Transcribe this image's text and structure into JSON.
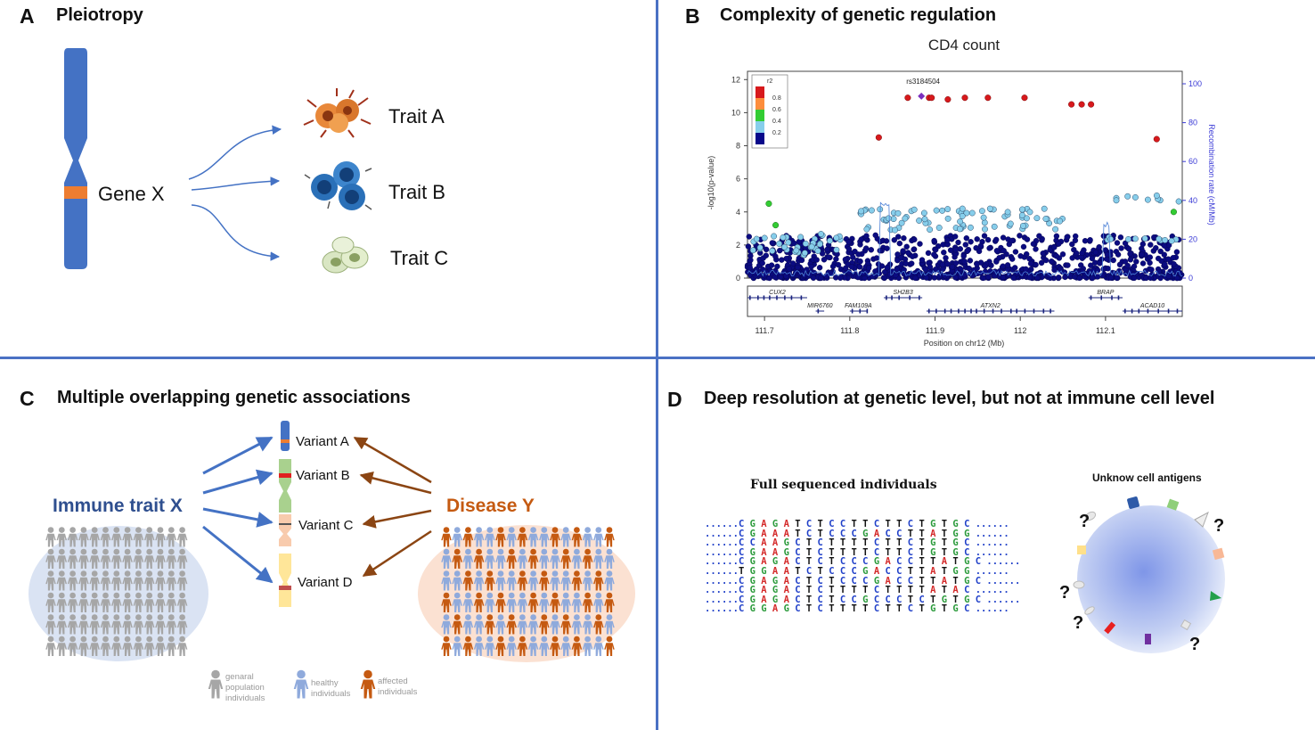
{
  "panels": {
    "a": {
      "letter": "A",
      "title": "Pleiotropy",
      "gene": "Gene X",
      "traits": [
        "Trait A",
        "Trait B",
        "Trait C"
      ]
    },
    "b": {
      "letter": "B",
      "title": "Complexity of genetic regulation"
    },
    "c": {
      "letter": "C",
      "title": "Multiple overlapping genetic associations",
      "immune_trait": "Immune trait X",
      "disease": "Disease Y",
      "variants": [
        "Variant A",
        "Variant B",
        "Variant C",
        "Variant D"
      ],
      "legend": [
        {
          "line1": "genaral",
          "line2": "population",
          "line3": "individuals"
        },
        {
          "line1": "healthy",
          "line2": "individuals"
        },
        {
          "line1": "affected",
          "line2": "individuals"
        }
      ]
    },
    "d": {
      "letter": "D",
      "title": "Deep resolution at genetic level, but not at immune cell level",
      "seq_title": "Full sequenced individuals",
      "cell_title": "Unknow cell antigens",
      "sequences": [
        "CGAGATCTCCTTCTTCTGTGC",
        "CGAAATCTCCCGACCTTATGG",
        "CCAAGCTCTTTTCTTCTGTGC",
        "CGAAGCTCTTTTCTTCTGTGC",
        "CGAGACTCTCCCGACCTTATGC",
        "TGGAATCTCCCGACCTTATGG",
        "CGAGACTCTCCCGACCTTATGC",
        "CGAGACTCTTTTCTTTTATAC",
        "CGAGACTCTCCGCCCTCTGTGC",
        "CGGAGCTCTTTTCTTCTGTGC"
      ],
      "unknown_mark": "?"
    }
  },
  "chart_data": {
    "type": "scatter",
    "title": "CD4 count",
    "xlabel": "Position on chr12 (Mb)",
    "ylabel": "-log10(p-value)",
    "y2label": "Recombination rate (cM/Mb)",
    "xlim": [
      111.68,
      112.19
    ],
    "ylim": [
      0,
      12.5
    ],
    "y2lim": [
      0,
      100
    ],
    "xticks": [
      "111.7",
      "111.8",
      "111.9",
      "112",
      "112.1"
    ],
    "yticks": [
      "0",
      "2",
      "4",
      "6",
      "8",
      "10",
      "12"
    ],
    "y2ticks": [
      "0",
      "20",
      "40",
      "60",
      "80",
      "100"
    ],
    "legend_title": "r2",
    "legend_values": [
      "0.8",
      "0.6",
      "0.4",
      "0.2"
    ],
    "legend_colors": [
      "#d7191c",
      "#fd8d3c",
      "#33cc33",
      "#87ceeb",
      "#08088a"
    ],
    "lead_snp": "rs3184504",
    "lead_point": {
      "x": 111.884,
      "y": 11.0
    },
    "red_points": [
      {
        "x": 111.834,
        "y": 8.5
      },
      {
        "x": 111.868,
        "y": 10.9
      },
      {
        "x": 111.893,
        "y": 10.9
      },
      {
        "x": 111.896,
        "y": 10.9
      },
      {
        "x": 111.915,
        "y": 10.8
      },
      {
        "x": 111.935,
        "y": 10.9
      },
      {
        "x": 111.962,
        "y": 10.9
      },
      {
        "x": 112.005,
        "y": 10.9
      },
      {
        "x": 112.06,
        "y": 10.5
      },
      {
        "x": 112.072,
        "y": 10.5
      },
      {
        "x": 112.083,
        "y": 10.5
      },
      {
        "x": 112.16,
        "y": 8.4
      }
    ],
    "green_points": [
      {
        "x": 111.705,
        "y": 4.5
      },
      {
        "x": 111.713,
        "y": 3.2
      },
      {
        "x": 112.18,
        "y": 4.0
      }
    ],
    "genes": [
      {
        "name": "CUX2",
        "start": 111.68,
        "end": 111.75,
        "row": 0
      },
      {
        "name": "SH2B3",
        "start": 111.84,
        "end": 111.885,
        "row": 0
      },
      {
        "name": "BRAP",
        "start": 112.08,
        "end": 112.12,
        "row": 0
      },
      {
        "name": "MIR6760",
        "start": 111.76,
        "end": 111.77,
        "row": 1
      },
      {
        "name": "FAM109A",
        "start": 111.8,
        "end": 111.82,
        "row": 1
      },
      {
        "name": "ATXN2",
        "start": 111.89,
        "end": 112.04,
        "row": 1
      },
      {
        "name": "ACAD10",
        "start": 112.12,
        "end": 112.19,
        "row": 1
      }
    ]
  }
}
